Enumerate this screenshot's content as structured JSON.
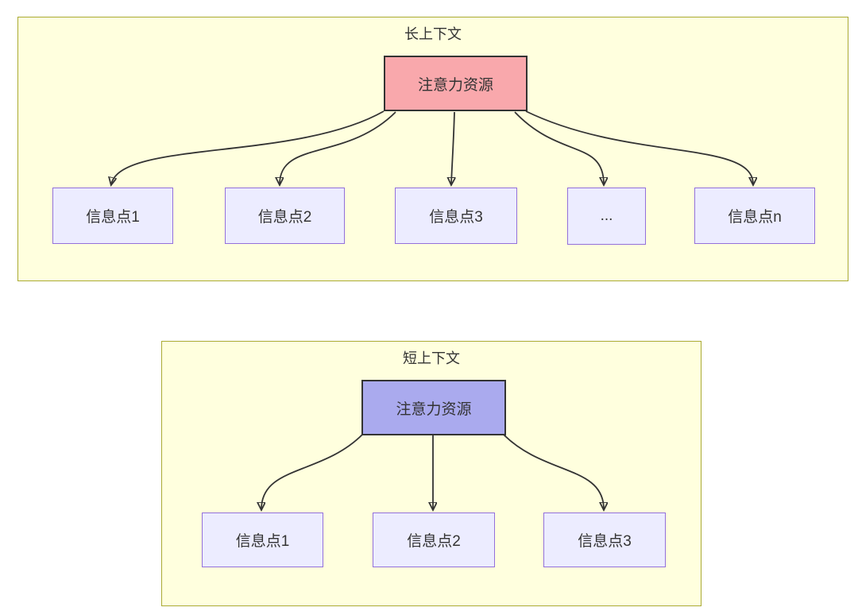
{
  "diagram": {
    "type": "flowchart-comparison",
    "sections": [
      {
        "id": "long-context",
        "title": "长上下文",
        "source": {
          "label": "注意力资源",
          "fill": "#f9a8ac"
        },
        "targets": [
          "信息点1",
          "信息点2",
          "信息点3",
          "...",
          "信息点n"
        ]
      },
      {
        "id": "short-context",
        "title": "短上下文",
        "source": {
          "label": "注意力资源",
          "fill": "#aaaaee"
        },
        "targets": [
          "信息点1",
          "信息点2",
          "信息点3"
        ]
      }
    ],
    "colors": {
      "cluster_fill": "#ffffde",
      "cluster_border": "#aaaa33",
      "node_fill": "#ececff",
      "node_border": "#9370db",
      "attention_long_fill": "#f9a8ac",
      "attention_short_fill": "#aaaaee",
      "attention_border": "#333333",
      "edge": "#333333",
      "text": "#333333"
    }
  }
}
